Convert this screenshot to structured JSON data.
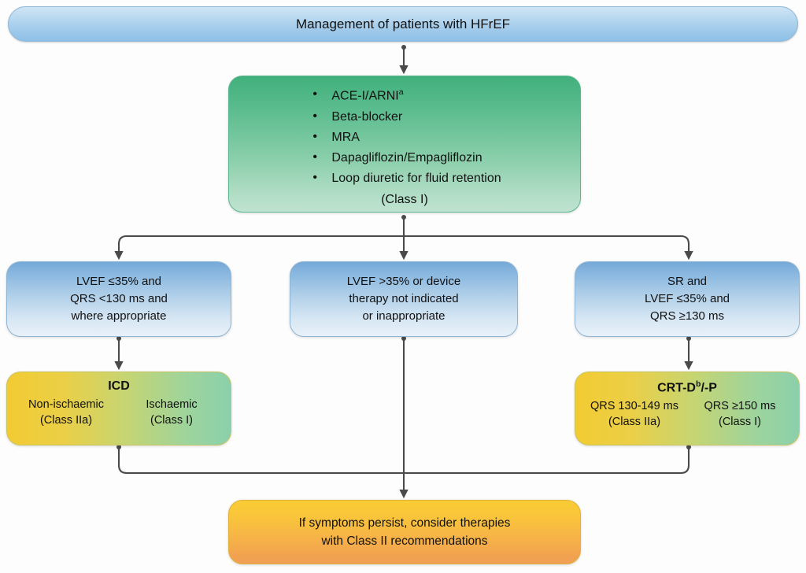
{
  "banner": {
    "title": "Management of patients with HFrEF"
  },
  "therapy": {
    "items": [
      "ACE-I/ARNI",
      "Beta-blocker",
      "MRA",
      "Dapagliflozin/Empagliflozin",
      "Loop diuretic for fluid retention"
    ],
    "item_superscripts": [
      "a",
      "",
      "",
      "",
      ""
    ],
    "class_line": "(Class I)"
  },
  "decisions": {
    "left": {
      "line1": "LVEF ≤35% and",
      "line2": "QRS <130 ms and",
      "line3": "where appropriate"
    },
    "middle": {
      "line1": "LVEF >35% or device",
      "line2": "therapy not indicated",
      "line3": "or inappropriate"
    },
    "right": {
      "line1": "SR and",
      "line2": "LVEF ≤35% and",
      "line3": "QRS ≥130 ms"
    }
  },
  "devices": {
    "icd": {
      "title": "ICD",
      "title_superscript": "",
      "left_col": {
        "label": "Non-ischaemic",
        "class": "(Class IIa)"
      },
      "right_col": {
        "label": "Ischaemic",
        "class": "(Class I)"
      }
    },
    "crt": {
      "title_prefix": "CRT-D",
      "title_superscript": "b",
      "title_suffix": "/-P",
      "left_col": {
        "label": "QRS 130-149 ms",
        "class": "(Class IIa)"
      },
      "right_col": {
        "label": "QRS ≥150 ms",
        "class": "(Class I)"
      }
    }
  },
  "outcome": {
    "line1": "If symptoms persist, consider therapies",
    "line2": "with Class II recommendations"
  },
  "colors": {
    "banner_blue": "#9dc8ea",
    "therapy_green": "#41b07c",
    "decision_blue": "#76a9d8",
    "device_yellow": "#f2cb33",
    "device_green": "#8bd0ab",
    "outcome_orange": "#f6b248",
    "connector_gray": "#4a4a4a"
  }
}
